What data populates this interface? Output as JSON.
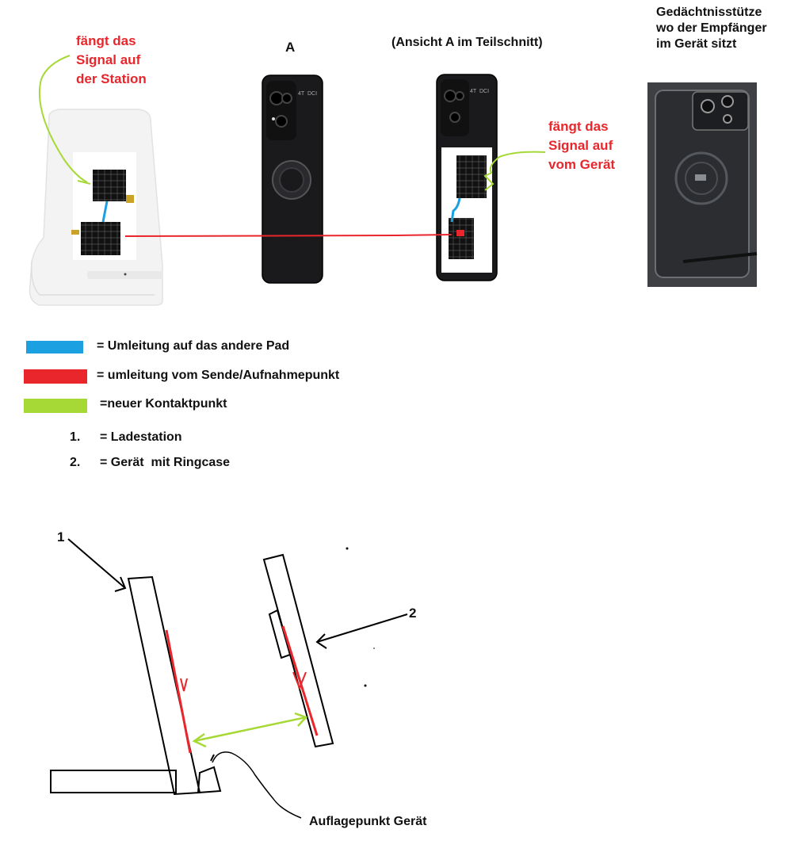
{
  "top": {
    "station_note": [
      "fängt das",
      "Signal auf",
      "der Station"
    ],
    "view_a_label": "A",
    "view_a_section_label": "(Ansicht A im Teilschnitt)",
    "device_note": [
      "fängt das",
      "Signal auf",
      "vom Gerät"
    ],
    "memory_note": [
      "Gedächtnisstütze",
      "wo der Empfänger",
      "im Gerät sitzt"
    ],
    "phone_labels": [
      "4T",
      "DCI"
    ]
  },
  "legend": {
    "items": [
      {
        "color": "#1ba1e2",
        "label": "= Umleitung auf das andere Pad"
      },
      {
        "color": "#e8262c",
        "label": "= umleitung vom Sende/Aufnahmepunkt"
      },
      {
        "color": "#a6d936",
        "label": "=neuer Kontaktpunkt"
      }
    ],
    "numbered": [
      {
        "num": "1.",
        "label": "= Ladestation"
      },
      {
        "num": "2.",
        "label": "= Gerät  mit Ringcase"
      }
    ]
  },
  "sketch": {
    "label_1": "1",
    "label_2": "2",
    "support_label": "Auflagepunkt Gerät"
  },
  "colors": {
    "red": "#e8262c",
    "blue": "#1ba1e2",
    "green": "#a6d936",
    "phone": "#1a1a1c",
    "station": "#f1f1f1"
  }
}
